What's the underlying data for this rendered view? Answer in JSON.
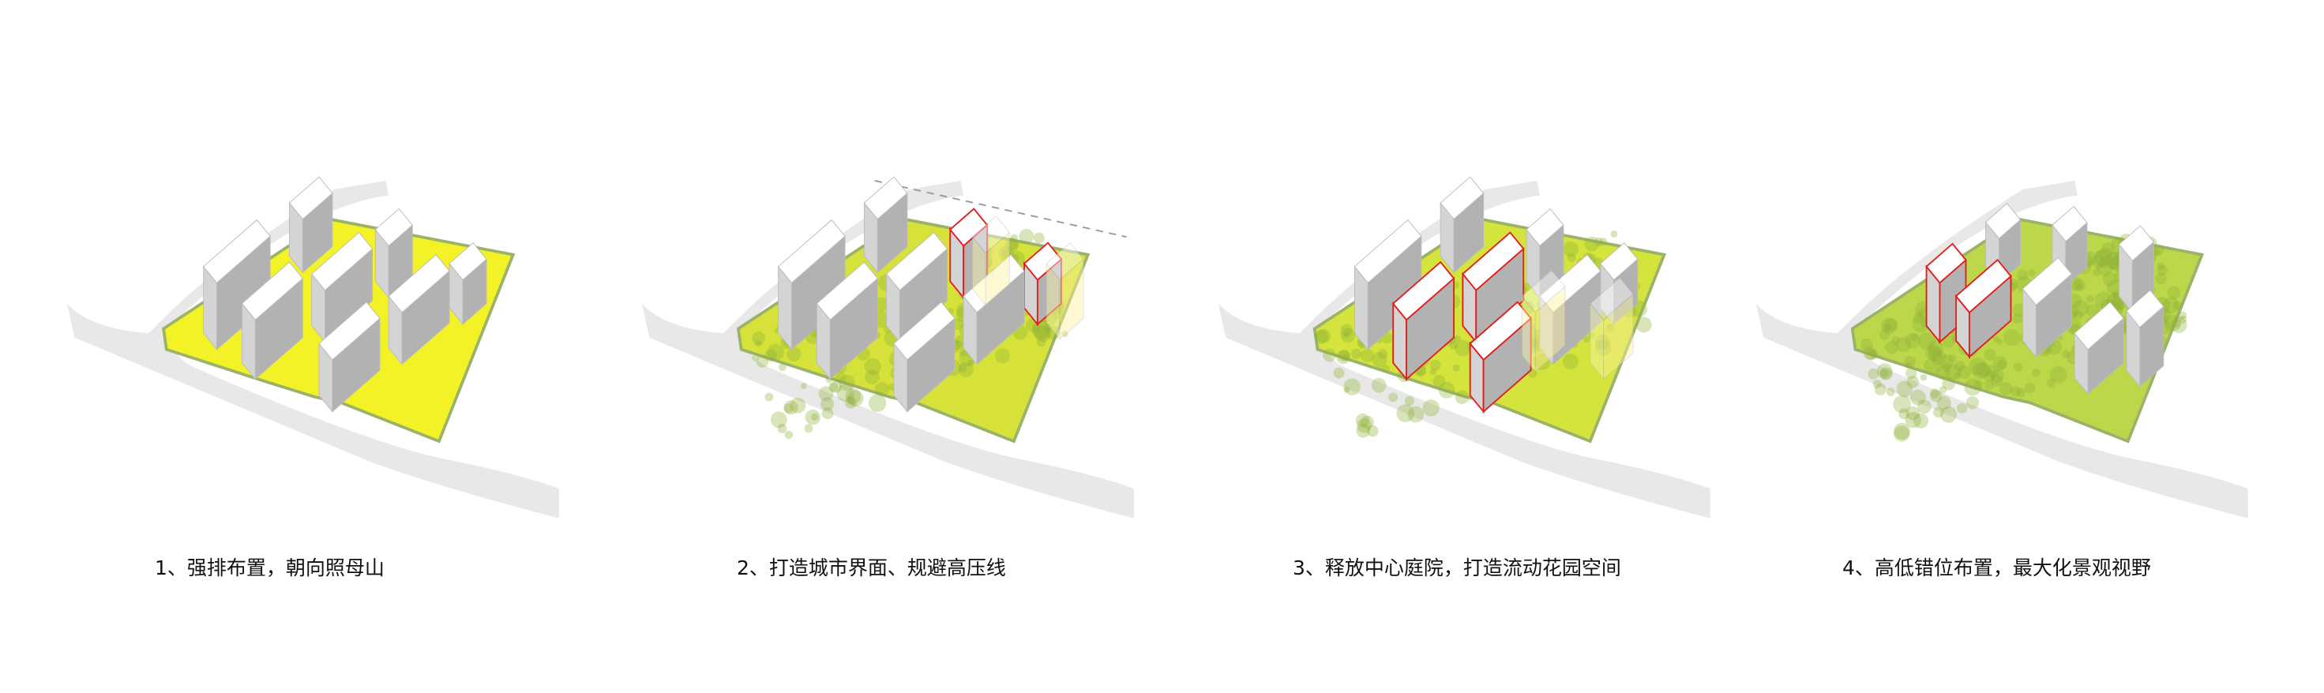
{
  "panels": [
    {
      "caption": "1、强排布置，朝向照母山",
      "site_color": "#f2f226"
    },
    {
      "caption": "2、打造城市界面、规避高压线",
      "site_color": "#d6e23a"
    },
    {
      "caption": "3、释放中心庭院，打造流动花园空间",
      "site_color": "#d4e43c"
    },
    {
      "caption": "4、高低错位布置，最大化景观视野",
      "site_color": "#bcd84a"
    }
  ],
  "colors": {
    "road": "#e8e8e8",
    "site_border": "#9ab26a",
    "highlight": "#e02020",
    "tree": "#8fb33a"
  }
}
